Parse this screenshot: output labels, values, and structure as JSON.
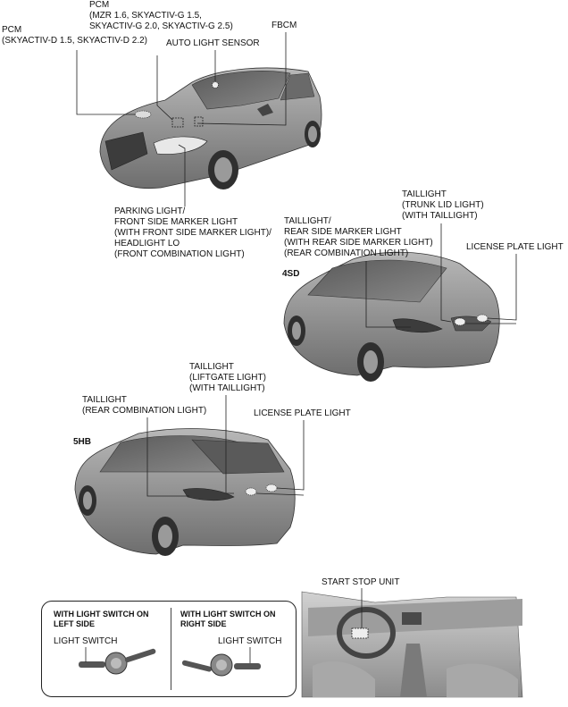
{
  "labels": {
    "pcm_left": [
      "PCM",
      "(SKYACTIV-D 1.5, SKYACTIV-D 2.2)"
    ],
    "pcm_top": [
      "PCM",
      "(MZR 1.6, SKYACTIV-G 1.5,",
      "SKYACTIV-G 2.0, SKYACTIV-G 2.5)"
    ],
    "fbcm": "FBCM",
    "auto_light_sensor": "AUTO LIGHT SENSOR",
    "parking_light": [
      "PARKING LIGHT/",
      "FRONT SIDE MARKER LIGHT",
      "(WITH FRONT SIDE MARKER LIGHT)/",
      "HEADLIGHT LO",
      "(FRONT COMBINATION LIGHT)"
    ],
    "taillight_trunk": [
      "TAILLIGHT",
      "(TRUNK LID LIGHT)",
      "(WITH TAILLIGHT)"
    ],
    "taillight_rear_marker": [
      "TAILLIGHT/",
      "REAR SIDE MARKER LIGHT",
      "(WITH REAR SIDE MARKER LIGHT)",
      "(REAR COMBINATION LIGHT)"
    ],
    "license_plate_4sd": "LICENSE PLATE LIGHT",
    "badge_4sd": "4SD",
    "taillight_liftgate": [
      "TAILLIGHT",
      "(LIFTGATE LIGHT)",
      "(WITH TAILLIGHT)"
    ],
    "taillight_rear_combination": [
      "TAILLIGHT",
      "(REAR COMBINATION LIGHT)"
    ],
    "license_plate_5hb": "LICENSE PLATE LIGHT",
    "badge_5hb": "5HB",
    "start_stop_unit": "START STOP UNIT",
    "left_side_title": [
      "WITH LIGHT SWITCH ON",
      "LEFT SIDE"
    ],
    "right_side_title": [
      "WITH LIGHT SWITCH ON",
      "RIGHT SIDE"
    ],
    "light_switch_left": "LIGHT SWITCH",
    "light_switch_right": "LIGHT SWITCH"
  },
  "colors": {
    "line": "#222222",
    "car_body": "#8f8f8f",
    "car_dark": "#4a4a4a",
    "car_light": "#c4c4c4",
    "interior": "#b5b5b5"
  }
}
